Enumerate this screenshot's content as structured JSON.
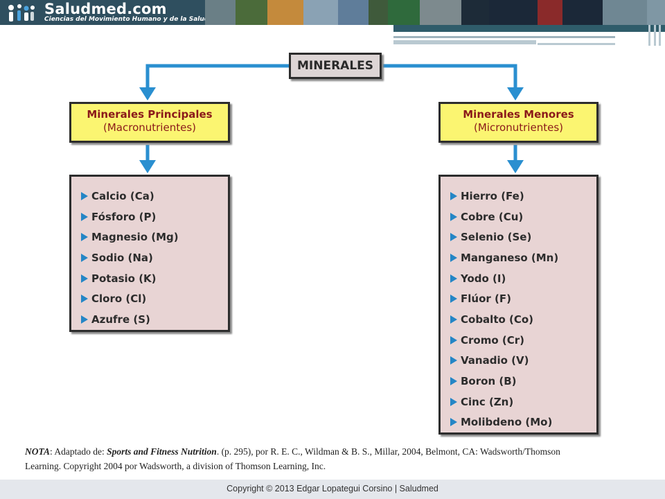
{
  "header": {
    "brand": "Saludmed.com",
    "tagline": "Ciencias del Movimiento Humano y de la Salud",
    "accent_color": "#2f4f5f"
  },
  "diagram": {
    "root": "MINERALES",
    "left": {
      "title": "Minerales Principales",
      "subtitle": "(Macronutrientes)",
      "items": [
        "Calcio (Ca)",
        "Fósforo (P)",
        "Magnesio (Mg)",
        "Sodio (Na)",
        "Potasio (K)",
        "Cloro (Cl)",
        "Azufre (S)"
      ]
    },
    "right": {
      "title": "Minerales Menores",
      "subtitle": "(Micronutrientes)",
      "items": [
        "Hierro (Fe)",
        "Cobre (Cu)",
        "Selenio (Se)",
        "Manganeso (Mn)",
        "Yodo (I)",
        "Flúor (F)",
        "Cobalto (Co)",
        "Cromo (Cr)",
        "Vanadio (V)",
        "Boron (B)",
        "Cinc (Zn)",
        "Molibdeno (Mo)"
      ]
    },
    "colors": {
      "arrow": "#2a8fd0",
      "category_fill": "#fbf571",
      "list_fill": "#e8d4d4",
      "category_text": "#8b1a1a"
    }
  },
  "note": {
    "label": "NOTA",
    "prefix": ": Adaptado de: ",
    "source_title": "Sports and Fitness Nutrition",
    "rest": ". (p. 295), por R. E. C., Wildman & B. S., Millar,  2004, Belmont, CA: Wadsworth/Thomson Learning. Copyright 2004 por Wadsworth, a division of Thomson Learning, Inc."
  },
  "footer": {
    "text": "Copyright © 2013 Edgar Lopategui Corsino | Saludmed"
  }
}
